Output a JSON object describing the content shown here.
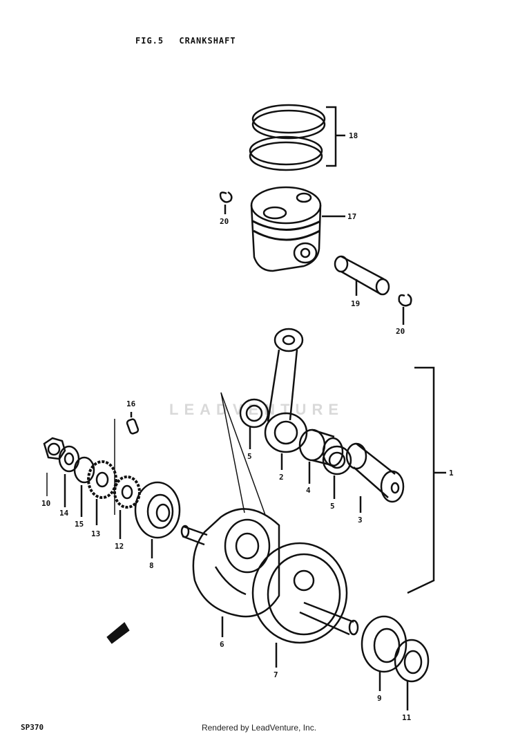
{
  "figure": {
    "number": "FIG.5",
    "name": "CRANKSHAFT"
  },
  "watermark": "LEADVENTURE",
  "code": "SP370",
  "footer": "Rendered by LeadVenture, Inc.",
  "callouts": [
    {
      "num": "18"
    },
    {
      "num": "17"
    },
    {
      "num": "20"
    },
    {
      "num": "19"
    },
    {
      "num": "20"
    },
    {
      "num": "1"
    },
    {
      "num": "16"
    },
    {
      "num": "5"
    },
    {
      "num": "2"
    },
    {
      "num": "4"
    },
    {
      "num": "5"
    },
    {
      "num": "3"
    },
    {
      "num": "10"
    },
    {
      "num": "14"
    },
    {
      "num": "15"
    },
    {
      "num": "13"
    },
    {
      "num": "12"
    },
    {
      "num": "8"
    },
    {
      "num": "6"
    },
    {
      "num": "7"
    },
    {
      "num": "9"
    },
    {
      "num": "11"
    }
  ]
}
